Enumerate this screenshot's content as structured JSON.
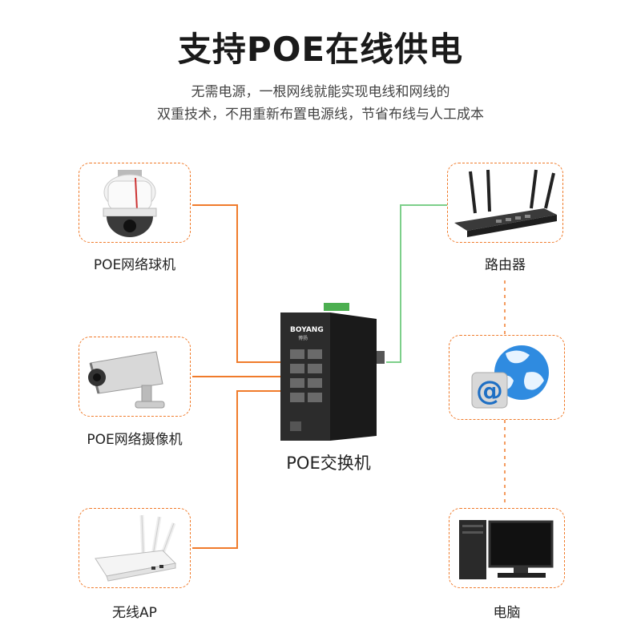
{
  "title": "支持POE在线供电",
  "subtitle": {
    "line1": "无需电源，一根网线就能实现电线和网线的",
    "line2": "双重技术，不用重新布置电源线，节省布线与人工成本"
  },
  "devices": {
    "dome_camera": "POE网络球机",
    "bullet_camera": "POE网络摄像机",
    "wireless_ap": "无线AP",
    "router": "路由器",
    "computer": "电脑",
    "switch": "POE交换机"
  },
  "switch_brand": "BOYANG",
  "switch_brand_sub": "博扬",
  "colors": {
    "poe_link": "#f07b2b",
    "uplink": "#7dcf8a",
    "card_border": "#f07b2b",
    "dotted": "#f07b2b"
  }
}
